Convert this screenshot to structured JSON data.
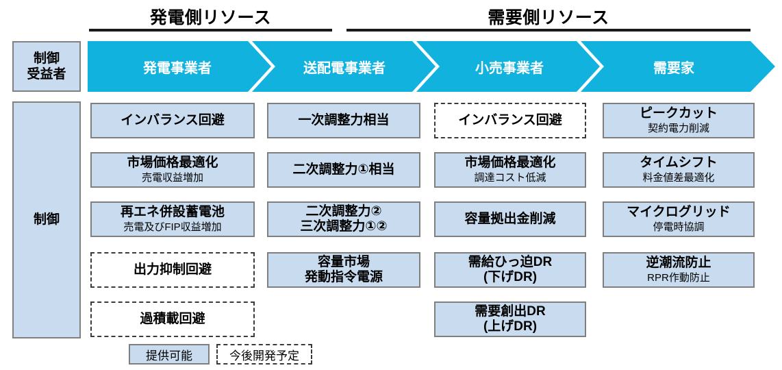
{
  "theme": {
    "banner_color": "#11b2de",
    "box_fill": "#c9dcef",
    "box_border": "#7f7f7f",
    "dashed_border": "#3a3a3a",
    "rule_color": "#1a1a1a",
    "banner_text_color": "#ffffff"
  },
  "sections": [
    {
      "title": "発電側リソース"
    },
    {
      "title": "需要側リソース"
    }
  ],
  "side_labels": [
    {
      "text_line1": "制御",
      "text_line2": "受益者"
    },
    {
      "text_line1": "制御",
      "text_line2": ""
    }
  ],
  "banner": {
    "stages": [
      {
        "label": "発電事業者"
      },
      {
        "label": "送配電事業者"
      },
      {
        "label": "小売事業者"
      },
      {
        "label": "需要家"
      }
    ]
  },
  "columns": [
    {
      "owner": "発電事業者",
      "items": [
        {
          "main": "インバランス回避",
          "sub": "",
          "style": "filled"
        },
        {
          "main": "市場価格最適化",
          "sub": "売電収益増加",
          "style": "filled"
        },
        {
          "main": "再エネ併設蓄電池",
          "sub": "売電及びFIP収益増加",
          "style": "filled"
        },
        {
          "main": "出力抑制回避",
          "sub": "",
          "style": "dashed"
        },
        {
          "main": "過積載回避",
          "sub": "",
          "style": "dashed"
        }
      ]
    },
    {
      "owner": "送配電事業者",
      "items": [
        {
          "main": "一次調整力相当",
          "sub": "",
          "style": "filled"
        },
        {
          "main": "二次調整力①相当",
          "sub": "",
          "style": "filled"
        },
        {
          "main": "二次調整力②",
          "main2": "三次調整力①②",
          "sub": "",
          "style": "filled"
        },
        {
          "main": "容量市場",
          "main2": "発動指令電源",
          "sub": "",
          "style": "filled"
        }
      ]
    },
    {
      "owner": "小売事業者",
      "items": [
        {
          "main": "インバランス回避",
          "sub": "",
          "style": "dashed"
        },
        {
          "main": "市場価格最適化",
          "sub": "調達コスト低減",
          "style": "filled"
        },
        {
          "main": "容量拠出金削減",
          "sub": "",
          "style": "filled"
        },
        {
          "main": "需給ひっ迫DR",
          "main2": "(下げDR)",
          "sub": "",
          "style": "filled"
        },
        {
          "main": "需要創出DR",
          "main2": "(上げDR)",
          "sub": "",
          "style": "filled"
        }
      ]
    },
    {
      "owner": "需要家",
      "items": [
        {
          "main": "ピークカット",
          "sub": "契約電力削減",
          "style": "filled"
        },
        {
          "main": "タイムシフト",
          "sub": "料金値差最適化",
          "style": "filled"
        },
        {
          "main": "マイクログリッド",
          "sub": "停電時協調",
          "style": "filled"
        },
        {
          "main": "逆潮流防止",
          "sub": "RPR作動防止",
          "style": "filled"
        }
      ]
    }
  ],
  "legend": [
    {
      "label": "提供可能",
      "style": "filled"
    },
    {
      "label": "今後開発予定",
      "style": "dashed"
    }
  ]
}
